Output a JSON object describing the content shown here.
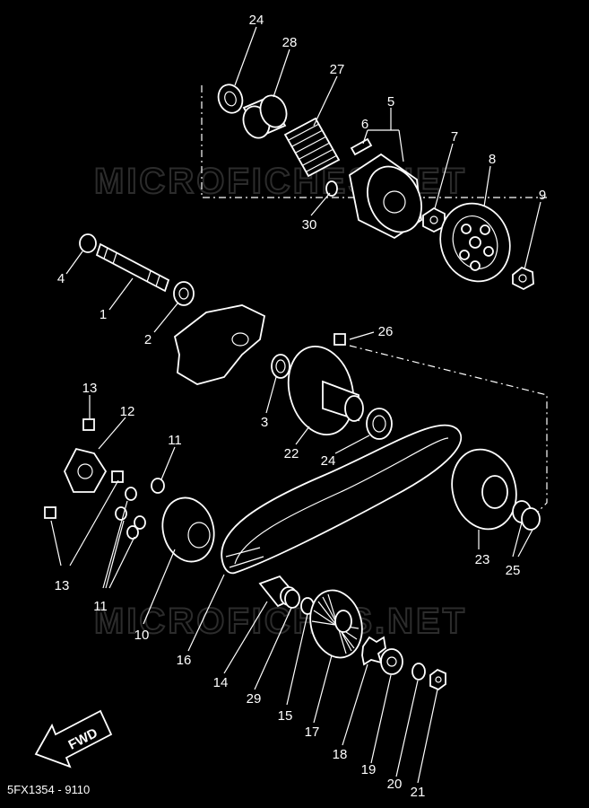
{
  "watermark": "MICROFICHES.NET",
  "diagram_code": "5FX1354 - 9110",
  "fwd_label": "FWD",
  "callouts": [
    {
      "id": "c24a",
      "text": "24"
    },
    {
      "id": "c28",
      "text": "28"
    },
    {
      "id": "c27",
      "text": "27"
    },
    {
      "id": "c5",
      "text": "5"
    },
    {
      "id": "c6",
      "text": "6"
    },
    {
      "id": "c7",
      "text": "7"
    },
    {
      "id": "c8",
      "text": "8"
    },
    {
      "id": "c9",
      "text": "9"
    },
    {
      "id": "c30",
      "text": "30"
    },
    {
      "id": "c4",
      "text": "4"
    },
    {
      "id": "c1",
      "text": "1"
    },
    {
      "id": "c2",
      "text": "2"
    },
    {
      "id": "c26",
      "text": "26"
    },
    {
      "id": "c3",
      "text": "3"
    },
    {
      "id": "c22",
      "text": "22"
    },
    {
      "id": "c24b",
      "text": "24"
    },
    {
      "id": "c13a",
      "text": "13"
    },
    {
      "id": "c12",
      "text": "12"
    },
    {
      "id": "c11a",
      "text": "11"
    },
    {
      "id": "c13b",
      "text": "13"
    },
    {
      "id": "c11b",
      "text": "11"
    },
    {
      "id": "c10",
      "text": "10"
    },
    {
      "id": "c16",
      "text": "16"
    },
    {
      "id": "c23",
      "text": "23"
    },
    {
      "id": "c25",
      "text": "25"
    },
    {
      "id": "c14",
      "text": "14"
    },
    {
      "id": "c29",
      "text": "29"
    },
    {
      "id": "c15",
      "text": "15"
    },
    {
      "id": "c17",
      "text": "17"
    },
    {
      "id": "c18",
      "text": "18"
    },
    {
      "id": "c19",
      "text": "19"
    },
    {
      "id": "c20",
      "text": "20"
    },
    {
      "id": "c21",
      "text": "21"
    }
  ]
}
